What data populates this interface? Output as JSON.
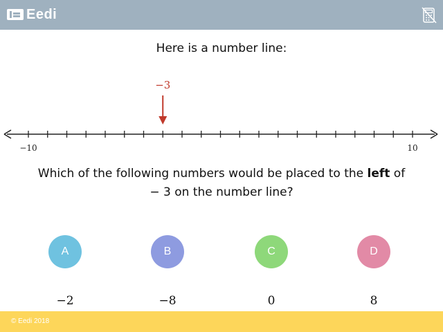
{
  "header": {
    "brand": "Eedi",
    "logo_icon": "eedi-logo-icon",
    "calculator_icon": "calculator-disabled-icon",
    "background": "#9fb1bf"
  },
  "prompt": "Here is a number line:",
  "number_line": {
    "min": -10,
    "max": 10,
    "min_label": "−10",
    "max_label": "10",
    "marker_value": -3,
    "marker_label": "−3",
    "marker_color": "#c0392b"
  },
  "question": {
    "part1": "Which of the following numbers would be placed to the ",
    "emphasis": "left",
    "part2": " of",
    "line2": "− 3 on the number line?"
  },
  "options": [
    {
      "letter": "A",
      "value": "−2",
      "color": "#6fc2e0"
    },
    {
      "letter": "B",
      "value": "−8",
      "color": "#8e9be0"
    },
    {
      "letter": "C",
      "value": "0",
      "color": "#8ed87a"
    },
    {
      "letter": "D",
      "value": "8",
      "color": "#e28aa6"
    }
  ],
  "footer": {
    "copyright": "© Eedi 2018",
    "background": "#fdd65a"
  }
}
